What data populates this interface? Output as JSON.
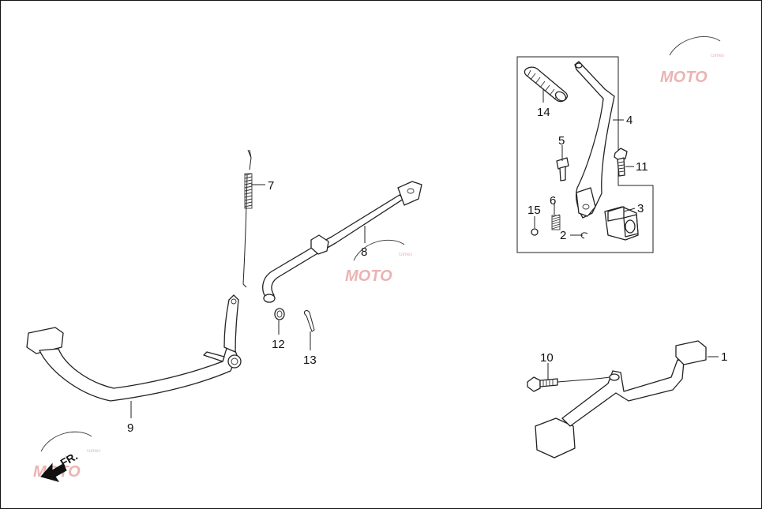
{
  "callouts": {
    "c1": "1",
    "c2": "2",
    "c3": "3",
    "c4": "4",
    "c5": "5",
    "c6": "6",
    "c7": "7",
    "c8": "8",
    "c9": "9",
    "c10": "10",
    "c11": "11",
    "c12": "12",
    "c13": "13",
    "c14": "14",
    "c15": "15"
  },
  "direction_label": "FR.",
  "watermark": {
    "brand": "MOTO",
    "sub": "Gimes"
  },
  "colors": {
    "line": "#222222",
    "watermark": "#e59a9a",
    "arrow": "#111111"
  }
}
